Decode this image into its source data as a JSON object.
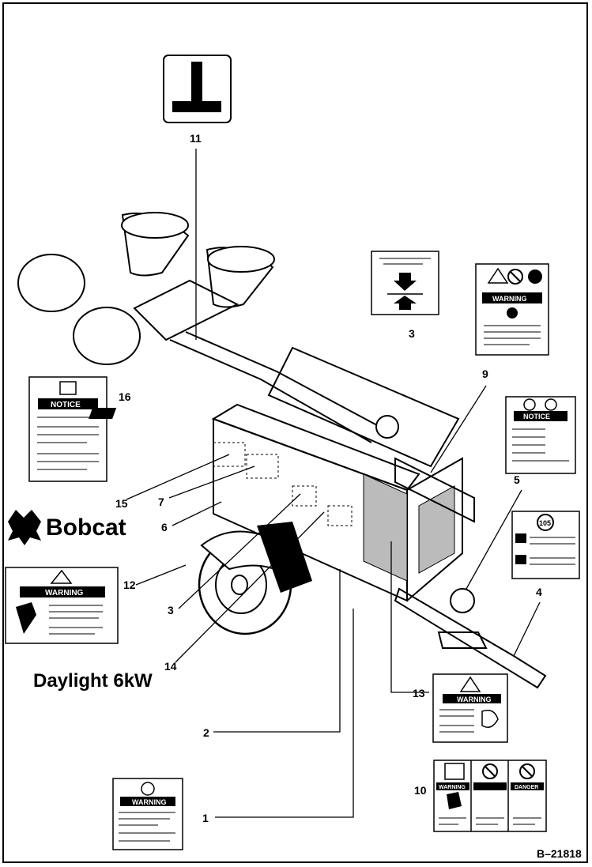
{
  "brand": {
    "name": "Bobcat",
    "model": "Daylight 6kW"
  },
  "figure_id": "B–21818",
  "callouts": [
    "1",
    "2",
    "3",
    "3",
    "4",
    "5",
    "6",
    "7",
    "9",
    "10",
    "11",
    "12",
    "13",
    "14",
    "15",
    "16"
  ],
  "decals": {
    "notice_14": "NOTICE",
    "warning_12": "WARNING",
    "warning_radiation": "WARNING",
    "notice_right": "NOTICE",
    "warning_13": "WARNING",
    "warning_1": "WARNING",
    "warning_10": "WARNING",
    "danger_10": "DANGER",
    "speed_105": "105"
  },
  "icons": [
    "bobcat-logo-icon",
    "hazard-triangle-icon",
    "lightning-icon",
    "radiation-icon",
    "no-entry-icon",
    "hot-surface-icon",
    "arrow-down-icon",
    "arrow-up-icon"
  ]
}
